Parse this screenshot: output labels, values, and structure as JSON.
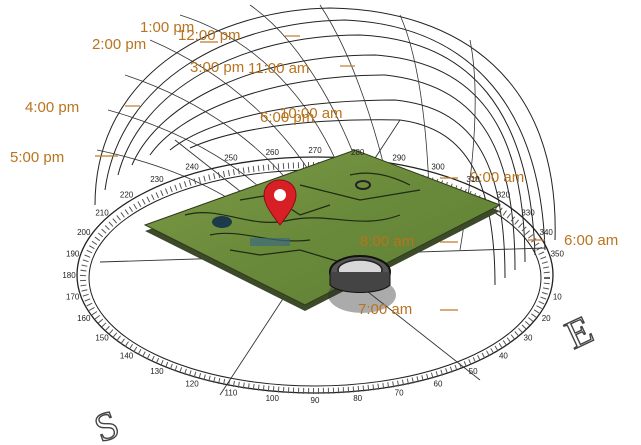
{
  "time_labels": {
    "t1pm": "1:00 pm",
    "t2pm": "2:00 pm",
    "t3pm": "3:00 pm",
    "t4pm": "4:00 pm",
    "t5pm": "5:00 pm",
    "t6pm": "6:00 pm",
    "t12pm": "12:00 pm",
    "t11am": "11:00 am",
    "t10am": "10:00 am",
    "t9am": "9:00 am",
    "t8am": "8:00 am",
    "t7am": "7:00 am",
    "t6am": "6:00 am"
  },
  "compass": {
    "south": "S",
    "east": "E"
  },
  "degree_marks": [
    "10",
    "20",
    "30",
    "40",
    "50",
    "60",
    "70",
    "80",
    "90",
    "100",
    "110",
    "120",
    "130",
    "140",
    "150",
    "160",
    "170",
    "180",
    "190",
    "200",
    "210",
    "220",
    "230",
    "240",
    "250",
    "260",
    "270",
    "280",
    "290",
    "300",
    "310",
    "320",
    "330",
    "340",
    "350"
  ],
  "colors": {
    "label": "#b8741e",
    "pin": "#d81f26",
    "terrain": "#6b8a3c"
  }
}
